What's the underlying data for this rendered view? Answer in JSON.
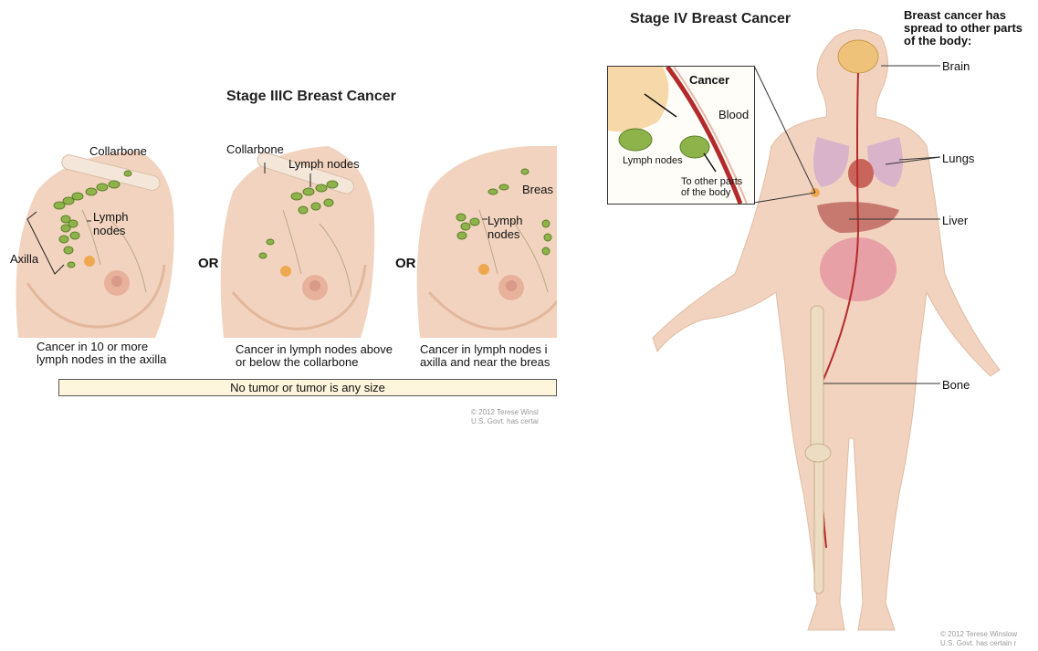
{
  "stage3c": {
    "title": "Stage IIIC Breast Cancer",
    "panel1": {
      "collarbone": "Collarbone",
      "lymph_nodes_line1": "Lymph",
      "lymph_nodes_line2": "nodes",
      "axilla": "Axilla",
      "caption_line1": "Cancer in 10 or more",
      "caption_line2": "lymph nodes in the axilla"
    },
    "or1": "OR",
    "panel2": {
      "collarbone": "Collarbone",
      "lymph_nodes": "Lymph nodes",
      "caption_line1": "Cancer in lymph nodes above",
      "caption_line2": "or below the collarbone"
    },
    "or2": "OR",
    "panel3": {
      "breast": "Breas",
      "lymph_nodes_line1": "Lymph",
      "lymph_nodes_line2": "nodes",
      "caption_line1": "Cancer in lymph nodes i",
      "caption_line2": "axilla and near the breas"
    },
    "tumor_bar": "No tumor or tumor is any size",
    "copyright_line1": "© 2012 Terese Winsl",
    "copyright_line2": "U.S. Govt. has certai"
  },
  "stage4": {
    "title": "Stage IV Breast Cancer",
    "spread_line1": "Breast cancer has",
    "spread_line2": "spread to other parts",
    "spread_line3": "of the body:",
    "inset": {
      "cancer": "Cancer",
      "blood": "Blood",
      "lymph_nodes": "Lymph nodes",
      "to_other_line1": "To other parts",
      "to_other_line2": "of the body"
    },
    "organs": {
      "brain": "Brain",
      "lungs": "Lungs",
      "liver": "Liver",
      "bone": "Bone"
    },
    "copyright_line1": "© 2012 Terese Winslow",
    "copyright_line2": "U.S. Govt. has certain r"
  },
  "colors": {
    "skin": "#f2d3bf",
    "skin_shadow": "#e3b79c",
    "lymph_green": "#8db34a",
    "tumor": "#f0a850",
    "nipple": "#d99a8a",
    "blood": "#b32a2a",
    "organ_pink": "#e6a0a6",
    "banner_bg": "#fdf6dd"
  }
}
